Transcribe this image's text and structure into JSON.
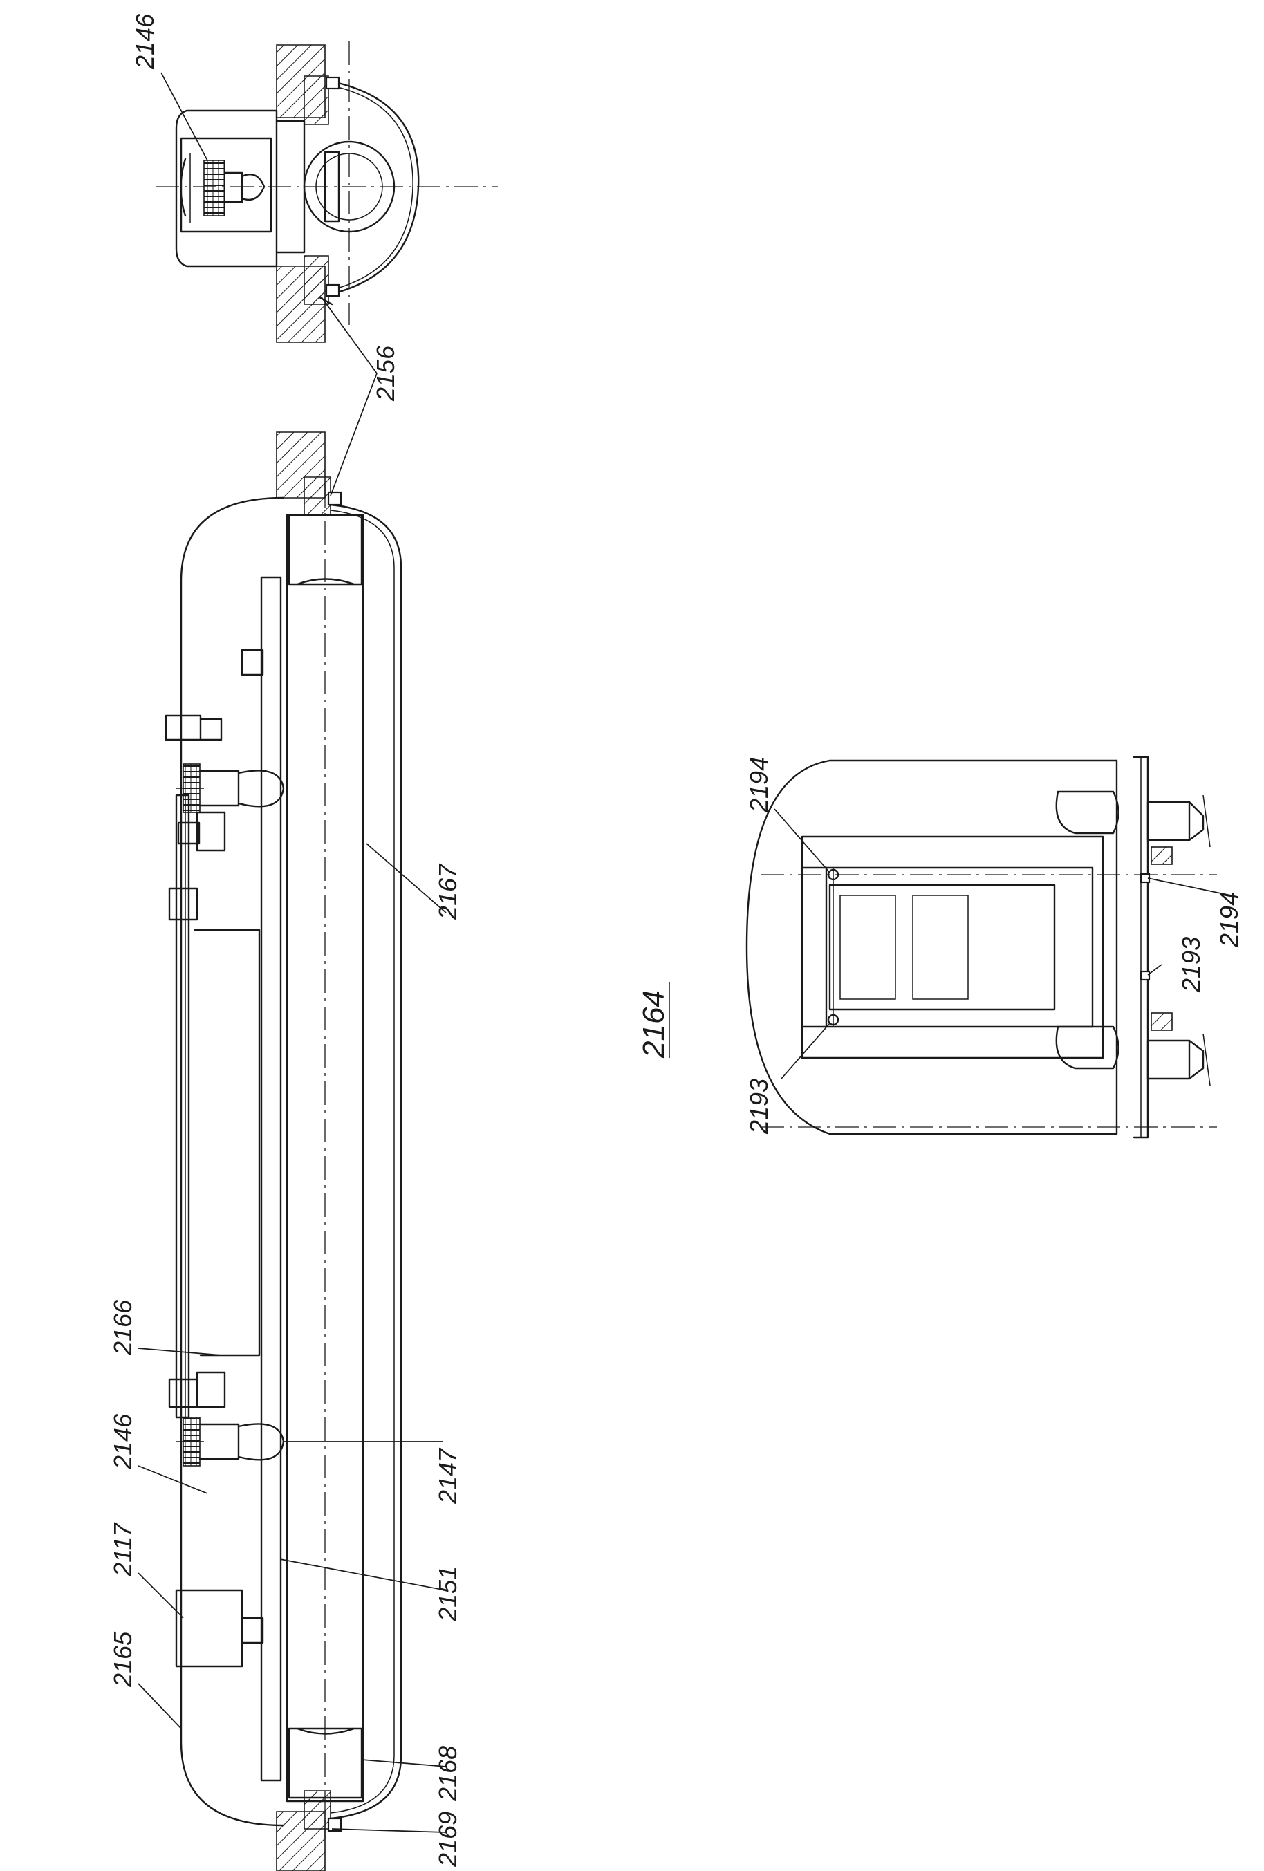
{
  "figure": {
    "number": "2164"
  },
  "reference_numerals": {
    "lamp_socket_top": "2146",
    "lamp_socket_bottom": "2146",
    "clips": "2156",
    "tube": "2167",
    "board": "2166",
    "lamp": "2147",
    "chassis": "2151",
    "box": "2117",
    "housing": "2165",
    "end_cap": "2168",
    "seal": "2169",
    "end_view_top_pin": "2194",
    "end_view_right_pin": "2194",
    "end_view_screw": "2193",
    "end_view_bottom_pin": "2193"
  }
}
